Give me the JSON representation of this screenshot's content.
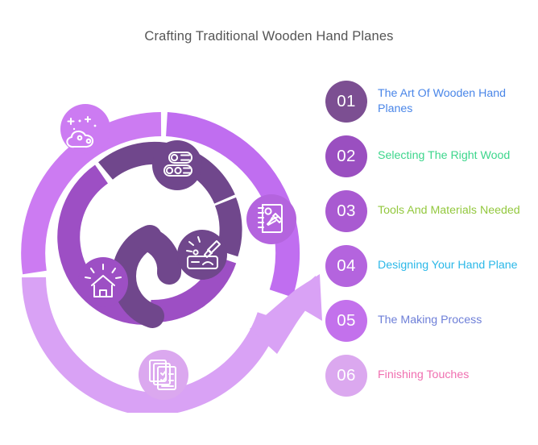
{
  "page": {
    "title": "Crafting Traditional Wooden Hand Planes",
    "background_color": "#ffffff",
    "title_color": "#555555"
  },
  "legend": {
    "items": [
      {
        "number": "01",
        "label": "The Art Of Wooden Hand Planes",
        "badge_color": "#7c4f92",
        "text_color": "#4a86e8"
      },
      {
        "number": "02",
        "label": "Selecting The Right Wood",
        "badge_color": "#9a4fc0",
        "text_color": "#3dd68c"
      },
      {
        "number": "03",
        "label": "Tools And Materials Needed",
        "badge_color": "#a95ad1",
        "text_color": "#93c83e"
      },
      {
        "number": "04",
        "label": "Designing Your Hand Plane",
        "badge_color": "#b464de",
        "text_color": "#2bb8e8"
      },
      {
        "number": "05",
        "label": "The Making Process",
        "badge_color": "#c371ec",
        "text_color": "#6e7fd8"
      },
      {
        "number": "06",
        "label": "Finishing Touches",
        "badge_color": "#dba8ef",
        "text_color": "#f06fb0"
      }
    ]
  },
  "spiral": {
    "description": "Two-turn spiral arrow diagram with six icon nodes",
    "colors": {
      "outer_light": "#d9a2f5",
      "outer_mid": "#c06ef0",
      "outer_bright": "#cc7bf2",
      "inner_mid": "#9d4fc4",
      "inner_dark": "#8c46b5",
      "core_dark": "#70478c",
      "arrow": "#d9a2f5"
    },
    "nodes": [
      {
        "name": "polish-sparkle-icon",
        "label": "Finishing Touches",
        "fill": "#cc7bf2"
      },
      {
        "name": "logs-icon",
        "label": "Selecting The Right Wood",
        "fill": "#70478c"
      },
      {
        "name": "notebook-pen-icon",
        "label": "Designing Your Hand Plane",
        "fill": "#b464de"
      },
      {
        "name": "carving-chisel-icon",
        "label": "The Making Process",
        "fill": "#70478c"
      },
      {
        "name": "shining-house-icon",
        "label": "The Art Of Wooden Hand Planes",
        "fill": "#9d4fc4"
      },
      {
        "name": "checklist-documents-icon",
        "label": "Tools And Materials Needed",
        "fill": "#dba8ef"
      }
    ]
  }
}
